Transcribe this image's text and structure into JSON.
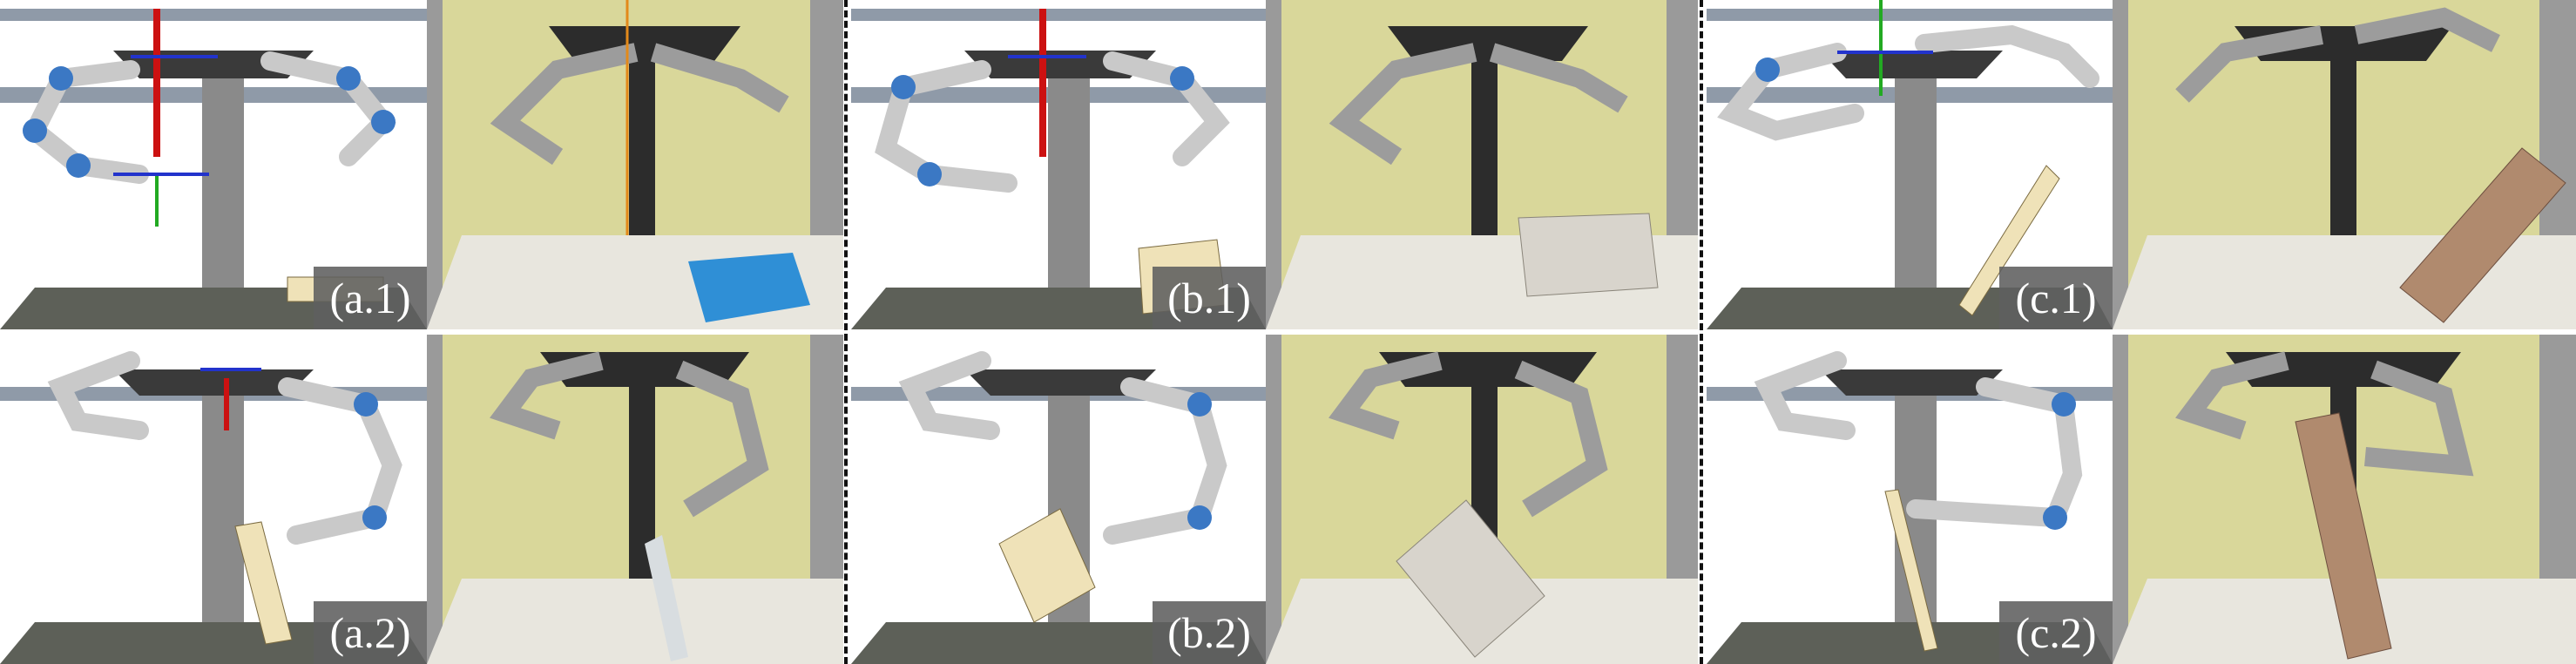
{
  "figure": {
    "panels": [
      {
        "id": "a1",
        "label": "(a.1)"
      },
      {
        "id": "a2",
        "label": "(a.2)"
      },
      {
        "id": "b1",
        "label": "(b.1)"
      },
      {
        "id": "b2",
        "label": "(b.2)"
      },
      {
        "id": "c1",
        "label": "(c.1)"
      },
      {
        "id": "c2",
        "label": "(c.2)"
      }
    ],
    "colors": {
      "sim_background": "#ffffff",
      "sim_floor": "#5d6058",
      "sim_pillar": "#8a8a8a",
      "sim_top_plate": "#3a3a3a",
      "robot_link": "#c9c9c9",
      "robot_joint": "#3b78c4",
      "sim_object": "#efe2b8",
      "frame_x": "#2233cc",
      "frame_y": "#22aa22",
      "frame_z": "#cc1111",
      "photo_wall": "#d9d79a",
      "photo_frame": "#9a9a9a",
      "photo_table": "#e8e6de",
      "blue_box": "#2f8fd6",
      "cardboard_box": "#d8d4cc",
      "wood_board": "#b08a6e",
      "divider": "#111111"
    }
  }
}
